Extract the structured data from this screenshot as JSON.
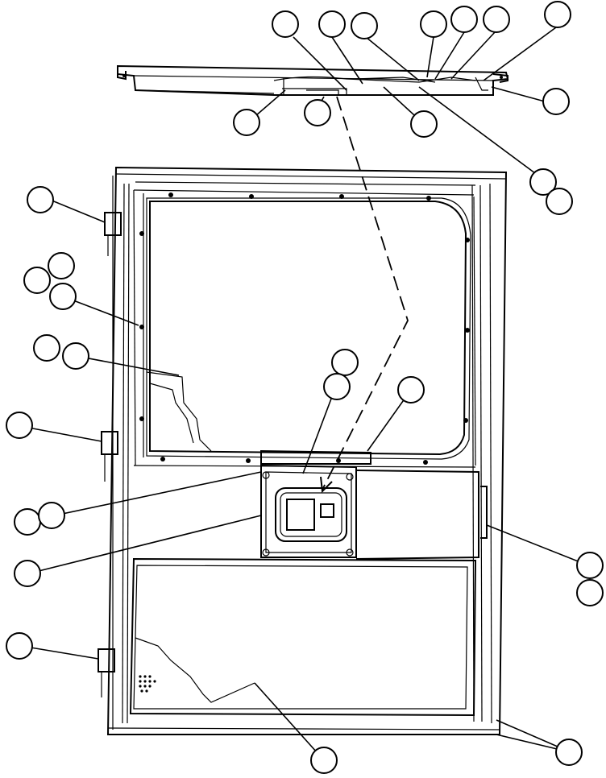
{
  "diagram": {
    "kind": "exploded-parts-drawing",
    "subject": "door-panel-assembly",
    "callout_count": 32,
    "callout_labels": [
      "",
      "",
      "",
      "",
      "",
      "",
      "",
      "",
      "",
      "",
      "",
      "",
      "",
      "",
      "",
      "",
      "",
      "",
      "",
      "",
      "",
      "",
      "",
      "",
      "",
      "",
      "",
      "",
      "",
      "",
      "",
      ""
    ],
    "colors": {
      "line": "#000000",
      "background": "#ffffff"
    }
  }
}
